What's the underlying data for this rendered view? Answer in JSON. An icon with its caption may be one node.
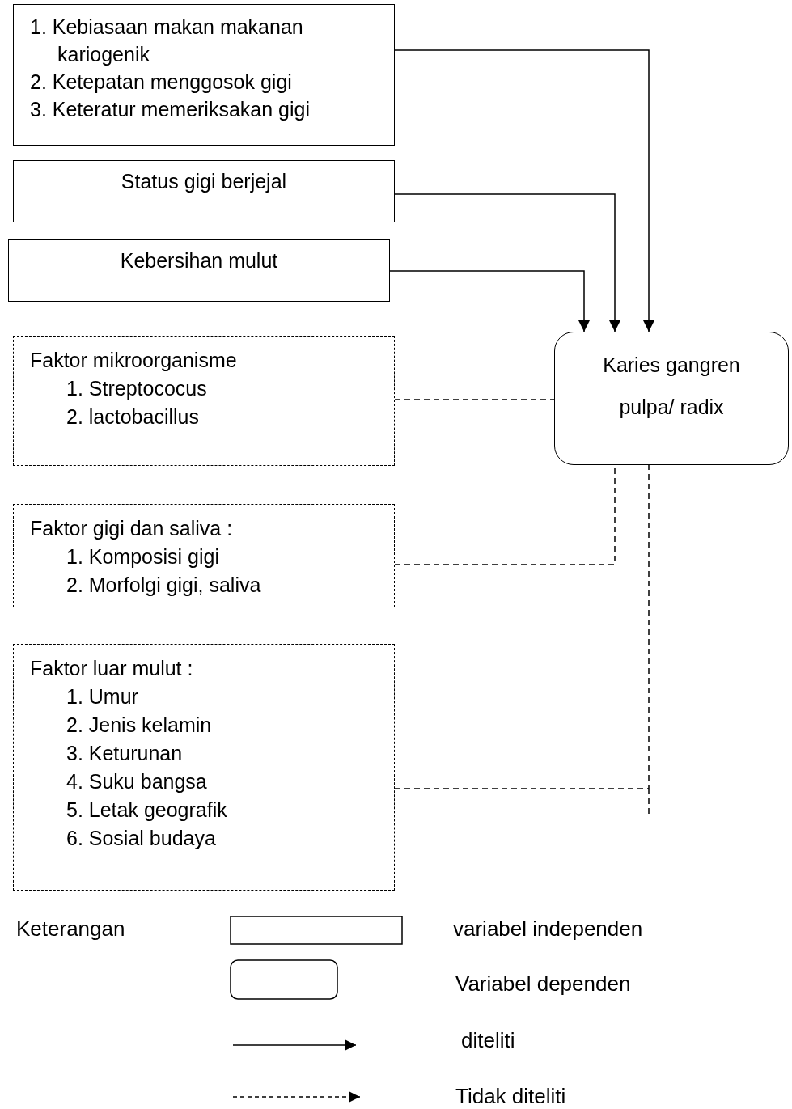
{
  "diagram": {
    "nodes": [
      {
        "text": [
          "1. Kebiasaan makan makanan kariogenik",
          "2. Ketepatan  menggosok gigi",
          "3. Keteratur memeriksakan gigi"
        ]
      },
      {
        "text": [
          "Status gigi berjejal"
        ]
      },
      {
        "text": [
          "Kebersihan mulut"
        ]
      },
      {
        "text": [
          "Faktor mikroorganisme",
          "1. Streptococus",
          "2. lactobacillus"
        ]
      },
      {
        "text": [
          "Faktor gigi dan saliva :",
          "1. Komposisi gigi",
          "2. Morfolgi gigi, saliva"
        ]
      },
      {
        "text": [
          "Faktor luar mulut :",
          "1. Umur",
          "2. Jenis kelamin",
          "3. Keturunan",
          "4. Suku bangsa",
          "5. Letak geografik",
          "6. Sosial budaya"
        ]
      },
      {
        "text": [
          "Karies gangren pulpa/ radix"
        ]
      }
    ],
    "edges": [
      {
        "from": 0,
        "to": 6,
        "arrow": "to"
      },
      {
        "from": 1,
        "to": 6,
        "arrow": "to"
      },
      {
        "from": 2,
        "to": 6,
        "arrow": "to"
      },
      {
        "from": 3,
        "to": 6,
        "arrow": "none",
        "style": "dashed"
      },
      {
        "from": 4,
        "to": 6,
        "arrow": "none",
        "style": "dashed"
      },
      {
        "from": 5,
        "to": 6,
        "arrow": "none",
        "style": "dashed"
      }
    ],
    "labels": [
      "Keterangan"
    ],
    "legend": [
      {
        "text": "variabel independen"
      },
      {
        "text": "Variabel dependen"
      },
      {
        "text": "diteliti"
      },
      {
        "text": "Tidak diteliti"
      }
    ]
  }
}
